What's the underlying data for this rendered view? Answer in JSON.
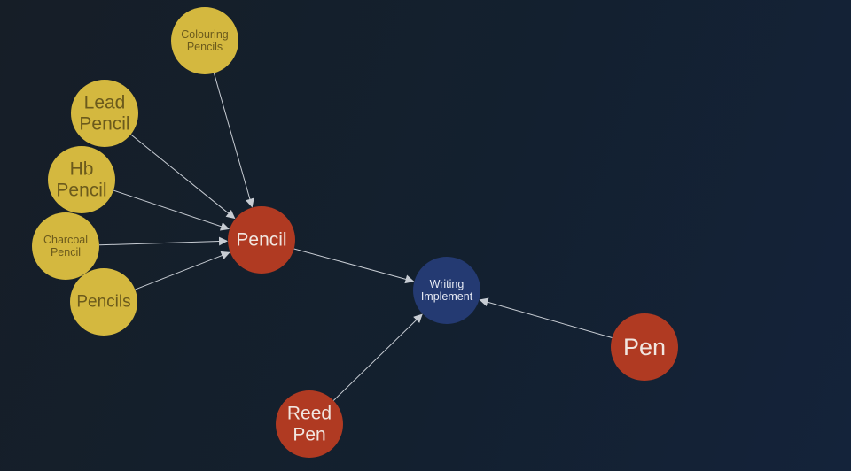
{
  "colors": {
    "background": "#14202e",
    "pencil_group": "#d4b83f",
    "pencil_group_text": "#6b5a1c",
    "red_group": "#b03a22",
    "red_group_text": "#f1e6e0",
    "hub": "#243a72",
    "hub_text": "#e6eaf4",
    "edge": "#c7ccd3"
  },
  "nodes": [
    {
      "id": "colouring-pencils",
      "label": [
        "Colouring",
        "Pencils"
      ],
      "group": "pencil_group"
    },
    {
      "id": "lead-pencil",
      "label": [
        "Lead",
        "Pencil"
      ],
      "group": "pencil_group"
    },
    {
      "id": "hb-pencil",
      "label": [
        "Hb",
        "Pencil"
      ],
      "group": "pencil_group"
    },
    {
      "id": "charcoal-pencil",
      "label": [
        "Charcoal",
        "Pencil"
      ],
      "group": "pencil_group"
    },
    {
      "id": "pencils",
      "label": [
        "Pencils"
      ],
      "group": "pencil_group"
    },
    {
      "id": "pencil",
      "label": [
        "Pencil"
      ],
      "group": "red_group"
    },
    {
      "id": "writing-implement",
      "label": [
        "Writing",
        "Implement"
      ],
      "group": "hub"
    },
    {
      "id": "reed-pen",
      "label": [
        "Reed",
        "Pen"
      ],
      "group": "red_group"
    },
    {
      "id": "pen",
      "label": [
        "Pen"
      ],
      "group": "red_group"
    }
  ],
  "edges": [
    {
      "from": "colouring-pencils",
      "to": "pencil"
    },
    {
      "from": "lead-pencil",
      "to": "pencil"
    },
    {
      "from": "hb-pencil",
      "to": "pencil"
    },
    {
      "from": "charcoal-pencil",
      "to": "pencil"
    },
    {
      "from": "pencils",
      "to": "pencil"
    },
    {
      "from": "pencil",
      "to": "writing-implement"
    },
    {
      "from": "reed-pen",
      "to": "writing-implement"
    },
    {
      "from": "pen",
      "to": "writing-implement"
    }
  ]
}
